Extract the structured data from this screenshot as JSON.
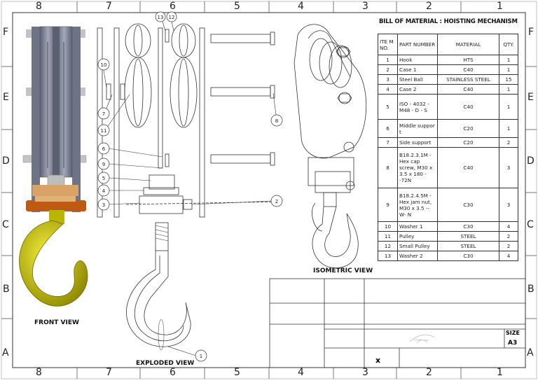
{
  "zones": {
    "columns": [
      "8",
      "7",
      "6",
      "5",
      "4",
      "3",
      "2",
      "1"
    ],
    "rows": [
      "F",
      "E",
      "D",
      "C",
      "B",
      "A"
    ]
  },
  "views": {
    "front": "FRONT VIEW",
    "exploded": "EXPLODED VIEW",
    "isometric": "ISOMETRIC VIEW"
  },
  "balloons": [
    "13",
    "12",
    "10",
    "7",
    "11",
    "6",
    "9",
    "5",
    "4",
    "3",
    "8",
    "2",
    "1"
  ],
  "bom": {
    "title": "BILL OF MATERIAL : HOISTING MECHANISM",
    "headers": [
      "ITE M NO.",
      "PART NUMBER",
      "MATERIAL",
      "QTY."
    ],
    "rows": [
      {
        "item": "1",
        "part": "Hook",
        "material": "HTS",
        "qty": "1"
      },
      {
        "item": "2",
        "part": "Case 1",
        "material": "C40",
        "qty": "1"
      },
      {
        "item": "3",
        "part": "Steel Ball",
        "material": "STAINLESS STEEL",
        "qty": "15"
      },
      {
        "item": "4",
        "part": "Case 2",
        "material": "C40",
        "qty": "1"
      },
      {
        "item": "5",
        "part": "ISO - 4032 - M48 - D - S",
        "material": "C40",
        "qty": "1"
      },
      {
        "item": "6",
        "part": "Middle suppor t",
        "material": "C20",
        "qty": "1"
      },
      {
        "item": "7",
        "part": "Side support",
        "material": "C20",
        "qty": "2"
      },
      {
        "item": "8",
        "part": "B18.2.3.1M - Hex cap screw, M30 x 3.5 x 180 --72N",
        "material": "C40",
        "qty": "3"
      },
      {
        "item": "9",
        "part": "B18.2.4.5M - Hex jam nut, M30 x 3.5 --W- N",
        "material": "C30",
        "qty": "3"
      },
      {
        "item": "10",
        "part": "Washer 1",
        "material": "C30",
        "qty": "4"
      },
      {
        "item": "11",
        "part": "Pulley",
        "material": "STEEL",
        "qty": "2"
      },
      {
        "item": "12",
        "part": "Small Pulley",
        "material": "STEEL",
        "qty": "2"
      },
      {
        "item": "13",
        "part": "Washer 2",
        "material": "C30",
        "qty": "4"
      }
    ]
  },
  "title_block": {
    "size_label": "SIZE",
    "size_value": "A3",
    "mark": "x"
  },
  "colors": {
    "pulley_metal": "#7d8294",
    "hook_yellow": "#c9c400",
    "block_orange": "#c05a12",
    "bolt_grey": "#c4c4c4"
  }
}
